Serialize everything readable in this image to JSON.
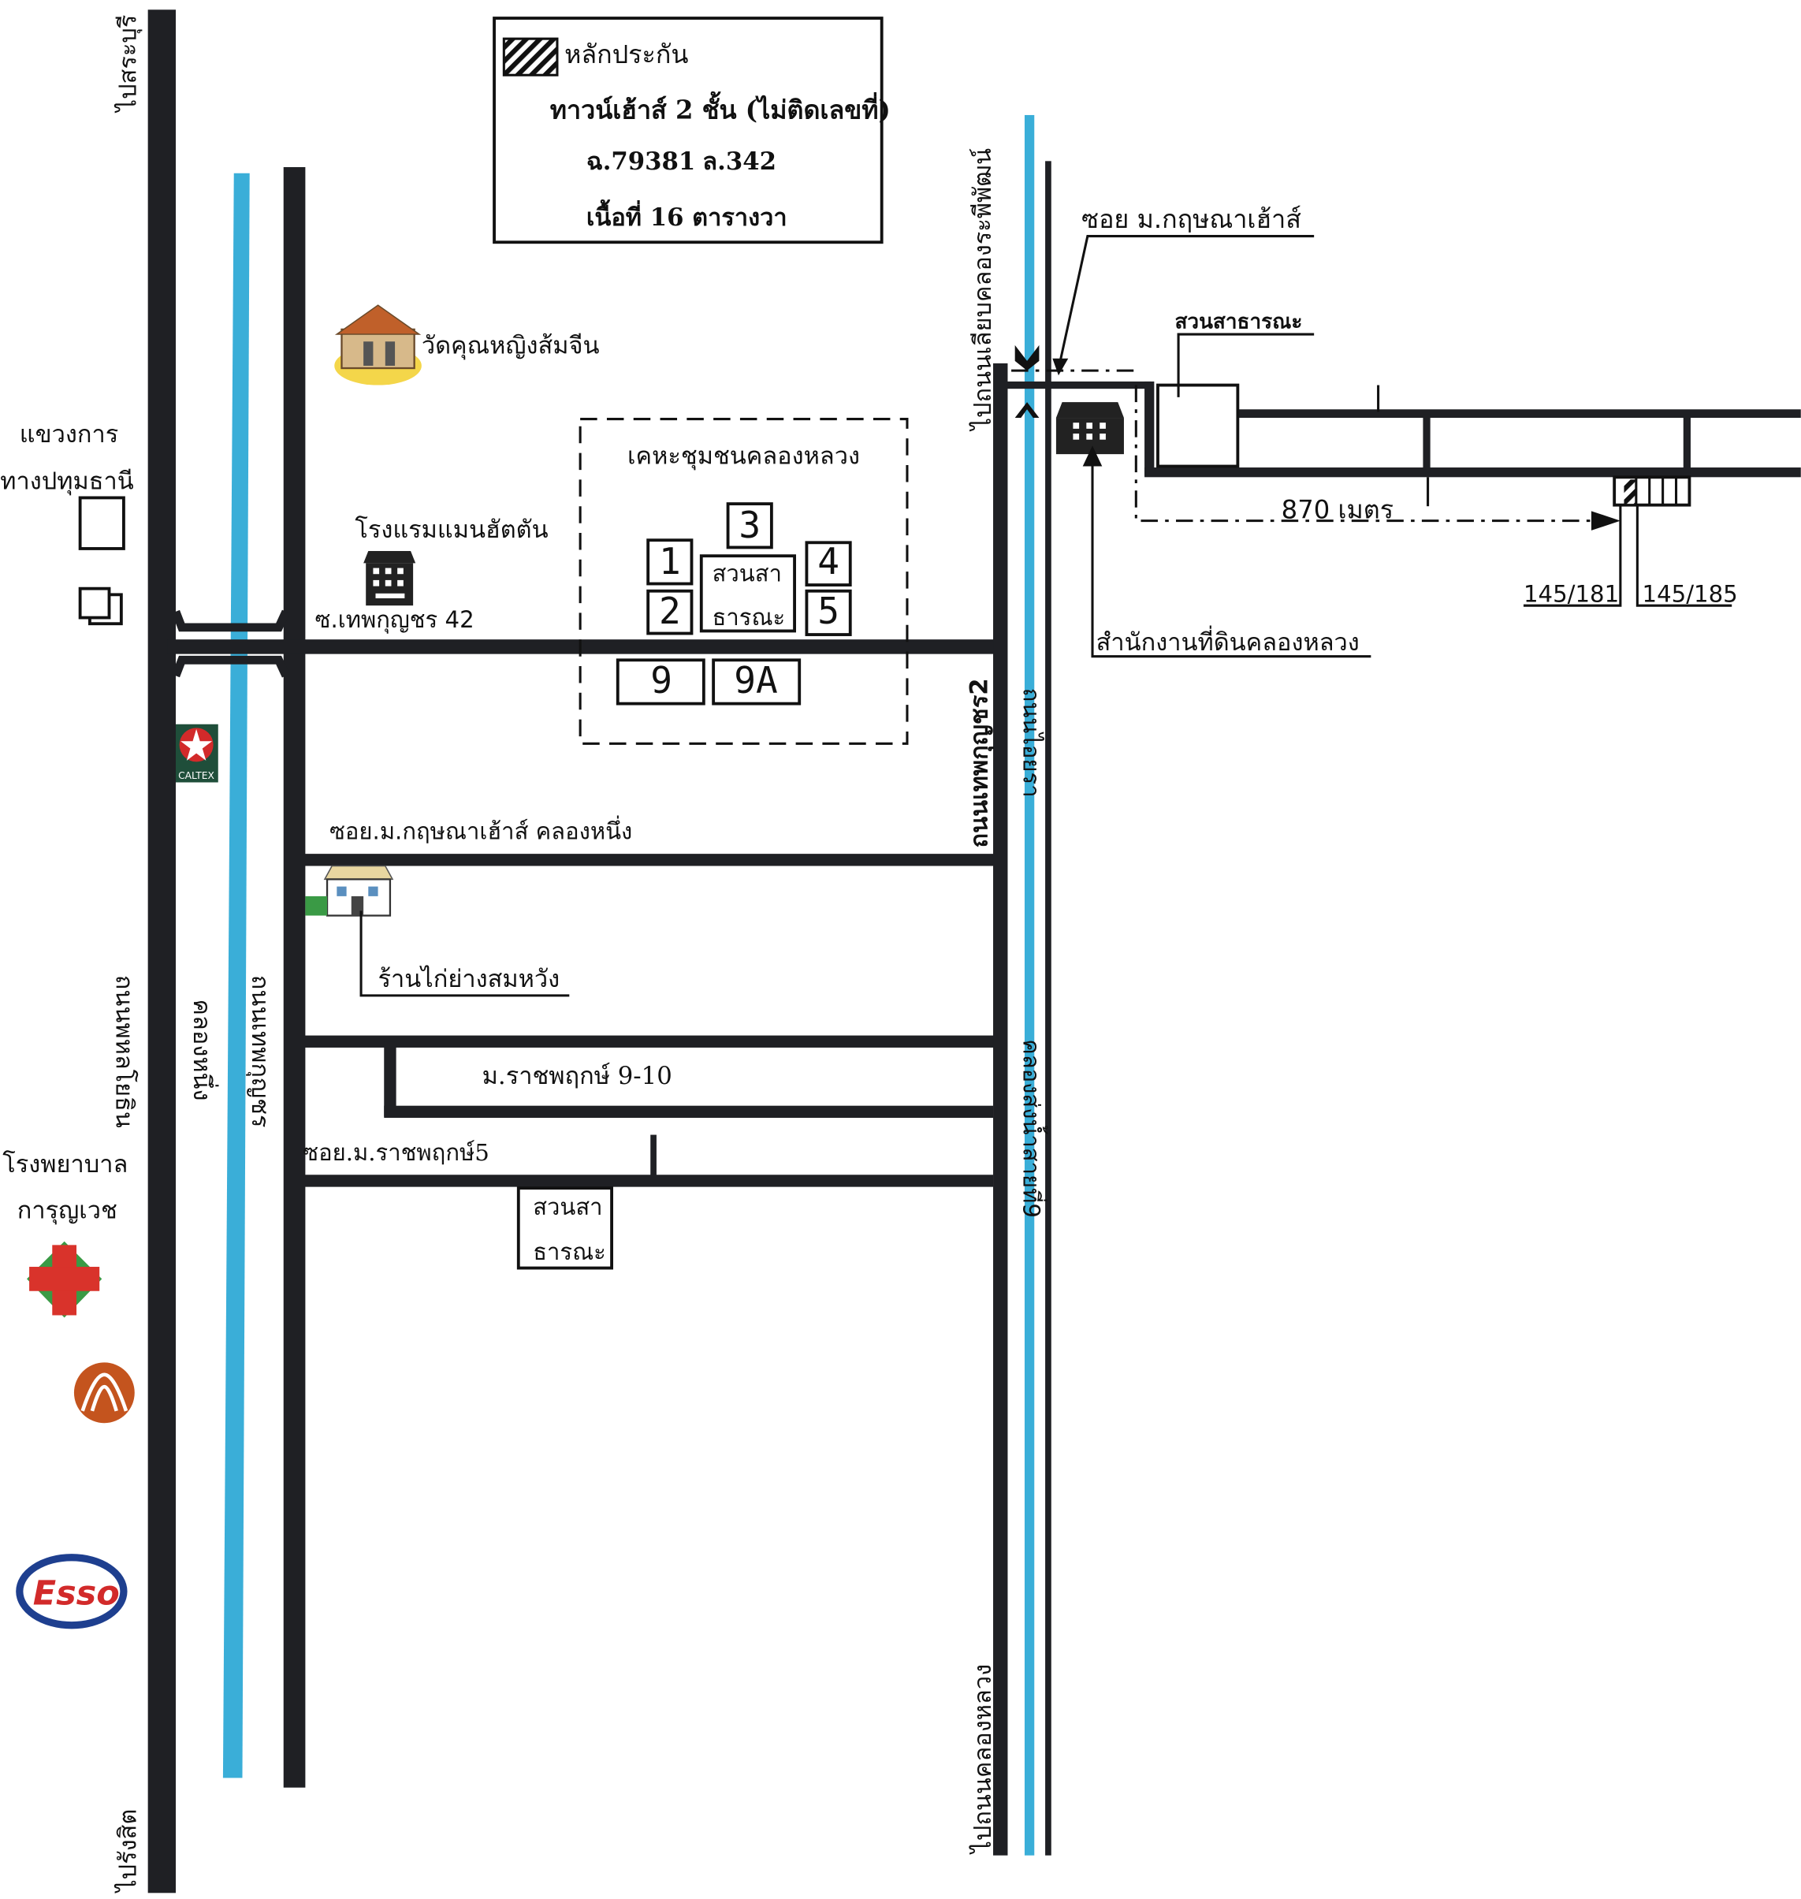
{
  "legend": {
    "collateral_label": "หลักประกัน",
    "property_type": "ทาวน์เฮ้าส์ 2 ชั้น (ไม่ติดเลขที่)",
    "deed_no": "ฉ.79381",
    "land_no": "ล.342",
    "area": "เนื้อที่ 16 ตารางวา"
  },
  "roads": {
    "to_saraburi": "ไปสระบุรี",
    "to_rangsit": "ไปรังสิต",
    "phahonyothin": "ถนนพหลโยธิน",
    "khlong_nueng": "คลองหนึ่ง",
    "thep_kunchon": "ถนนเทพกุญชร",
    "soi_42": "ซ.เทพกุญชร 42",
    "soi_krisana_khlong1": "ซอย.ม.กฤษณาเฮ้าส์ คลองหนึ่ง",
    "soi_ratchaphruek5": "ซอย.ม.ราชพฤกษ์5",
    "thep_kunchon2": "ถนนเทพกุญชร2",
    "aiyara": "ถนนไอยรา",
    "canal_9": "คลองส่งน้ำสายที่9",
    "to_liap_khlong_raphiphat": "ไปถนนเลียบคลองระพีพัฒน์",
    "to_khlong_luang": "ไปถนนคลองหลวง",
    "soi_krisana_house": "ซอย ม.กฤษณาเฮ้าส์"
  },
  "places": {
    "temple": "วัดคุณหญิงส้มจีน",
    "district_office_1": "แขวงการ",
    "district_office_2": "ทางปทุมธานี",
    "hotel": "โรงแรมแมนฮัตตัน",
    "community": "เคหะชุมชนคลองหลวง",
    "park_1": "สวนสา",
    "park_2": "ธารณะ",
    "park_full": "สวนสาธารณะ",
    "caltex": "CALTEX",
    "restaurant": "ร้านไก่ย่างสมหวัง",
    "village": "ม.ราชพฤกษ์ 9-10",
    "hospital_1": "โรงพยาบาล",
    "hospital_2": "การุญเวช",
    "esso": "Esso",
    "land_office": "สำนักงานที่ดินคลองหลวง",
    "distance": "870 เมตร",
    "house_a": "145/181",
    "house_b": "145/185"
  },
  "blocks": [
    "1",
    "2",
    "3",
    "4",
    "5",
    "9",
    "9A"
  ],
  "colors": {
    "road": "#1f2024",
    "canal": "#3aaed8",
    "cross": "#d9332b",
    "cross_bg": "#3a9a45",
    "bank": "#c4541e",
    "esso_blue": "#1e3f8f",
    "esso_red": "#d22a2a"
  }
}
